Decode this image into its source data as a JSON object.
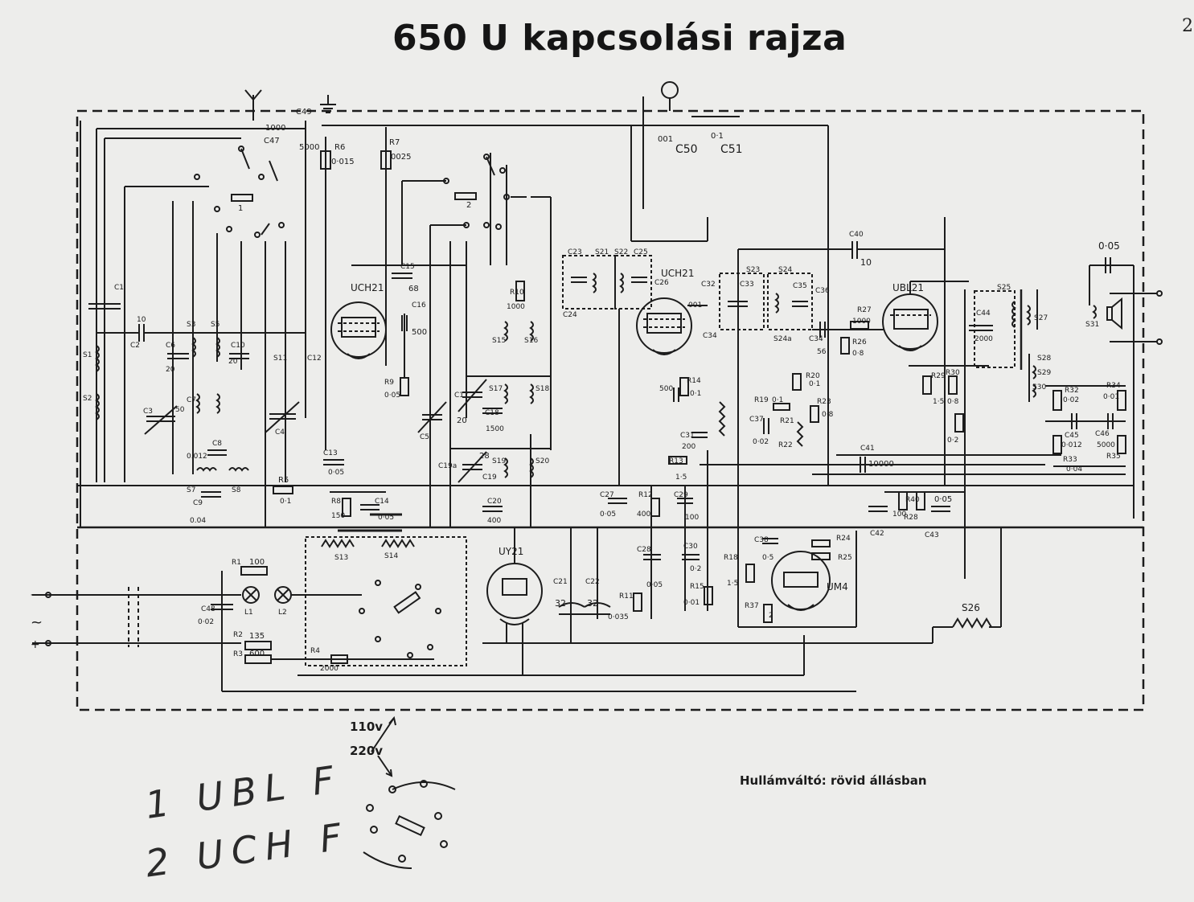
{
  "header": {
    "title": "650 U  kapcsolási rajza",
    "page_number": "2"
  },
  "caption": "Hullámváltó: rövid állásban",
  "voltage": {
    "v110": "110v",
    "v220": "220v"
  },
  "handwriting": {
    "line1": "1 UBL F",
    "line2": "2 UCH F"
  },
  "tubes": [
    {
      "id": "uch21a",
      "label": "UCH21"
    },
    {
      "id": "uch21b",
      "label": "UCH21"
    },
    {
      "id": "ubl21",
      "label": "UBL21"
    },
    {
      "id": "uy21",
      "label": "UY21"
    },
    {
      "id": "um4",
      "label": "UM4"
    }
  ],
  "labels": [
    {
      "id": "c49",
      "text": "C49"
    },
    {
      "id": "c47",
      "text": "C47"
    },
    {
      "id": "c47v",
      "text": "1000"
    },
    {
      "id": "c49v",
      "text": "5000"
    },
    {
      "id": "r6",
      "text": "R6"
    },
    {
      "id": "r6v",
      "text": "0·015"
    },
    {
      "id": "r7",
      "text": "R7"
    },
    {
      "id": "r7v",
      "text": "0025"
    },
    {
      "id": "c50",
      "text": "C50"
    },
    {
      "id": "c50v",
      "text": "001"
    },
    {
      "id": "c51",
      "text": "C51"
    },
    {
      "id": "c51v",
      "text": "0·1"
    },
    {
      "id": "c1",
      "text": "C1"
    },
    {
      "id": "c2",
      "text": "C2"
    },
    {
      "id": "c2v",
      "text": "10"
    },
    {
      "id": "s1",
      "text": "S1"
    },
    {
      "id": "s2",
      "text": "S2"
    },
    {
      "id": "c3",
      "text": "C3"
    },
    {
      "id": "c6",
      "text": "C6"
    },
    {
      "id": "c6v",
      "text": "20"
    },
    {
      "id": "s3",
      "text": "S3"
    },
    {
      "id": "s5",
      "text": "S5"
    },
    {
      "id": "c10",
      "text": "C10"
    },
    {
      "id": "c10v",
      "text": "20"
    },
    {
      "id": "c7",
      "text": "C7"
    },
    {
      "id": "c7v",
      "text": "50"
    },
    {
      "id": "c8",
      "text": "C8"
    },
    {
      "id": "c8v",
      "text": "0.012"
    },
    {
      "id": "s7",
      "text": "S7"
    },
    {
      "id": "s8",
      "text": "S8"
    },
    {
      "id": "c9",
      "text": "C9"
    },
    {
      "id": "c9v",
      "text": "0.04"
    },
    {
      "id": "c4",
      "text": "C4"
    },
    {
      "id": "c12",
      "text": "C12"
    },
    {
      "id": "s11",
      "text": "S11"
    },
    {
      "id": "r5",
      "text": "R5"
    },
    {
      "id": "r5v",
      "text": "0·1"
    },
    {
      "id": "c15",
      "text": "C15"
    },
    {
      "id": "c15v",
      "text": "68"
    },
    {
      "id": "c16",
      "text": "C16"
    },
    {
      "id": "c16v",
      "text": "500"
    },
    {
      "id": "r9",
      "text": "R9"
    },
    {
      "id": "r9v",
      "text": "0·05"
    },
    {
      "id": "c13",
      "text": "C13"
    },
    {
      "id": "c13v",
      "text": "0·05"
    },
    {
      "id": "r8",
      "text": "R8"
    },
    {
      "id": "r8v",
      "text": "150"
    },
    {
      "id": "c14",
      "text": "C14"
    },
    {
      "id": "c14v",
      "text": "0·05"
    },
    {
      "id": "r10",
      "text": "R10"
    },
    {
      "id": "r10v",
      "text": "1000"
    },
    {
      "id": "s15",
      "text": "S15"
    },
    {
      "id": "s16",
      "text": "S16"
    },
    {
      "id": "c5",
      "text": "C5"
    },
    {
      "id": "c17",
      "text": "C17"
    },
    {
      "id": "c17v",
      "text": "20"
    },
    {
      "id": "s17",
      "text": "S17"
    },
    {
      "id": "c18",
      "text": "C18"
    },
    {
      "id": "c18v",
      "text": "1500"
    },
    {
      "id": "s18",
      "text": "S18"
    },
    {
      "id": "c19a",
      "text": "C19a"
    },
    {
      "id": "c19",
      "text": "C19"
    },
    {
      "id": "c19v",
      "text": "28"
    },
    {
      "id": "s19",
      "text": "S19"
    },
    {
      "id": "s20",
      "text": "S20"
    },
    {
      "id": "c20",
      "text": "C20"
    },
    {
      "id": "c20v",
      "text": "400"
    },
    {
      "id": "c23",
      "text": "C23"
    },
    {
      "id": "s21",
      "text": "S21"
    },
    {
      "id": "s22",
      "text": "S22"
    },
    {
      "id": "c25",
      "text": "C25"
    },
    {
      "id": "c24",
      "text": "C24"
    },
    {
      "id": "c26",
      "text": "C26"
    },
    {
      "id": "c32",
      "text": "C32"
    },
    {
      "id": "c32v",
      "text": "001"
    },
    {
      "id": "c33",
      "text": "C33"
    },
    {
      "id": "c34x",
      "text": "C34"
    },
    {
      "id": "s23",
      "text": "S23"
    },
    {
      "id": "s24",
      "text": "S24"
    },
    {
      "id": "c35",
      "text": "C35"
    },
    {
      "id": "c36",
      "text": "C36"
    },
    {
      "id": "s24a",
      "text": "S24a"
    },
    {
      "id": "c34",
      "text": "C34"
    },
    {
      "id": "c34v",
      "text": "56"
    },
    {
      "id": "r27",
      "text": "R27"
    },
    {
      "id": "r27v",
      "text": "1000"
    },
    {
      "id": "r26",
      "text": "R26"
    },
    {
      "id": "r26v",
      "text": "0·8"
    },
    {
      "id": "c40",
      "text": "C40"
    },
    {
      "id": "c40v",
      "text": "10"
    },
    {
      "id": "r14",
      "text": "R14"
    },
    {
      "id": "r14v",
      "text": "0·1"
    },
    {
      "id": "c30v",
      "text": "500"
    },
    {
      "id": "r20",
      "text": "R20"
    },
    {
      "id": "r20v",
      "text": "0·1"
    },
    {
      "id": "r19",
      "text": "R19"
    },
    {
      "id": "r19v",
      "text": "0·1"
    },
    {
      "id": "r23",
      "text": "R23"
    },
    {
      "id": "r23v",
      "text": "0·8"
    },
    {
      "id": "c37",
      "text": "C37"
    },
    {
      "id": "c37v",
      "text": "0·02"
    },
    {
      "id": "r21",
      "text": "R21"
    },
    {
      "id": "r22",
      "text": "R22"
    },
    {
      "id": "c31",
      "text": "C31"
    },
    {
      "id": "c31v",
      "text": "200"
    },
    {
      "id": "r13",
      "text": "R13"
    },
    {
      "id": "r13v",
      "text": "1·5"
    },
    {
      "id": "c41",
      "text": "C41"
    },
    {
      "id": "c41v",
      "text": "10000"
    },
    {
      "id": "c44",
      "text": "C44"
    },
    {
      "id": "c44v",
      "text": "2000"
    },
    {
      "id": "r29",
      "text": "R29"
    },
    {
      "id": "r29v",
      "text": "1·5"
    },
    {
      "id": "r30",
      "text": "R30"
    },
    {
      "id": "r30v",
      "text": "0·8"
    },
    {
      "id": "r31v",
      "text": "0·2"
    },
    {
      "id": "s25",
      "text": "S25"
    },
    {
      "id": "s27",
      "text": "S27"
    },
    {
      "id": "s31",
      "text": "S31"
    },
    {
      "id": "c005",
      "text": "0·05"
    },
    {
      "id": "s28",
      "text": "S28"
    },
    {
      "id": "s29",
      "text": "S29"
    },
    {
      "id": "s30",
      "text": "S30"
    },
    {
      "id": "r32",
      "text": "R32"
    },
    {
      "id": "r32v",
      "text": "0·02"
    },
    {
      "id": "r34",
      "text": "R34"
    },
    {
      "id": "r34v",
      "text": "0·01"
    },
    {
      "id": "c45",
      "text": "C45"
    },
    {
      "id": "c45v",
      "text": "0·012"
    },
    {
      "id": "c46",
      "text": "C46"
    },
    {
      "id": "c46v",
      "text": "5000"
    },
    {
      "id": "r33",
      "text": "R33"
    },
    {
      "id": "r33v",
      "text": "0·04"
    },
    {
      "id": "r35",
      "text": "R35"
    },
    {
      "id": "c27",
      "text": "C27"
    },
    {
      "id": "c27v",
      "text": "0·05"
    },
    {
      "id": "r12",
      "text": "R12"
    },
    {
      "id": "r12v",
      "text": "400"
    },
    {
      "id": "c29",
      "text": "C29"
    },
    {
      "id": "c29v",
      "text": "100"
    },
    {
      "id": "c28",
      "text": "C28"
    },
    {
      "id": "c28v",
      "text": "0·05"
    },
    {
      "id": "c30",
      "text": "C30"
    },
    {
      "id": "c30b",
      "text": "0·2"
    },
    {
      "id": "r11",
      "text": "R11"
    },
    {
      "id": "r11v",
      "text": "0·035"
    },
    {
      "id": "r15",
      "text": "R15"
    },
    {
      "id": "r15v",
      "text": "0·01"
    },
    {
      "id": "r40",
      "text": "R40"
    },
    {
      "id": "r40v",
      "text": "100"
    },
    {
      "id": "r28",
      "text": "R28"
    },
    {
      "id": "c42",
      "text": "C42"
    },
    {
      "id": "c43",
      "text": "C43"
    },
    {
      "id": "c43v",
      "text": "0·05"
    },
    {
      "id": "r18",
      "text": "R18"
    },
    {
      "id": "r18v",
      "text": "1·5"
    },
    {
      "id": "c38",
      "text": "C38"
    },
    {
      "id": "c38v",
      "text": "0·5"
    },
    {
      "id": "r24",
      "text": "R24"
    },
    {
      "id": "r25",
      "text": "R25"
    },
    {
      "id": "r37",
      "text": "R37"
    },
    {
      "id": "r37v",
      "text": "2"
    },
    {
      "id": "s26",
      "text": "S26"
    },
    {
      "id": "s13",
      "text": "S13"
    },
    {
      "id": "s14",
      "text": "S14"
    },
    {
      "id": "r1",
      "text": "R1"
    },
    {
      "id": "r1v",
      "text": "100"
    },
    {
      "id": "l1",
      "text": "L1"
    },
    {
      "id": "l2",
      "text": "L2"
    },
    {
      "id": "c48",
      "text": "C48"
    },
    {
      "id": "c48v",
      "text": "0·02"
    },
    {
      "id": "r2",
      "text": "R2"
    },
    {
      "id": "r2v",
      "text": "135"
    },
    {
      "id": "r3",
      "text": "R3"
    },
    {
      "id": "r3v",
      "text": "600"
    },
    {
      "id": "r4",
      "text": "R4"
    },
    {
      "id": "r4v",
      "text": "2000"
    },
    {
      "id": "c21",
      "text": "C21"
    },
    {
      "id": "c21v",
      "text": "32"
    },
    {
      "id": "c22",
      "text": "C22"
    },
    {
      "id": "c22v",
      "text": "32"
    },
    {
      "id": "sw1",
      "text": "1"
    },
    {
      "id": "sw2",
      "text": "2"
    },
    {
      "id": "mains",
      "text": "~"
    },
    {
      "id": "plus",
      "text": "+"
    },
    {
      "id": "minus",
      "text": "-"
    }
  ]
}
